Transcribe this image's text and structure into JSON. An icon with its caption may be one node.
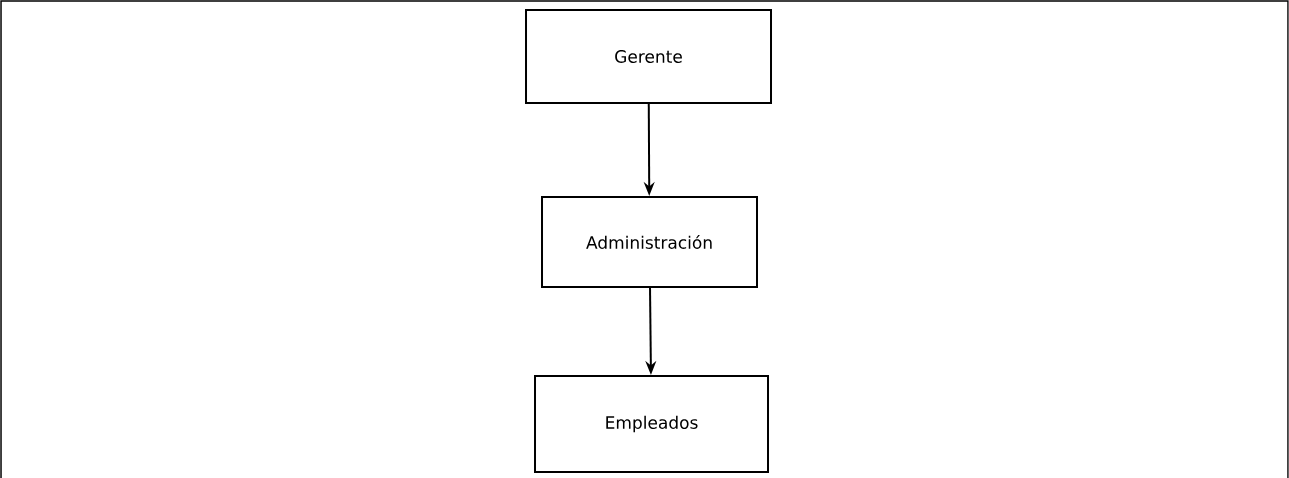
{
  "diagram": {
    "nodes": [
      {
        "text": [
          "Gerente"
        ]
      },
      {
        "text": [
          "Administración"
        ]
      },
      {
        "text": [
          "Empleados"
        ]
      }
    ],
    "edges": [
      {
        "from": 0,
        "to": 1,
        "arrow": "to"
      },
      {
        "from": 1,
        "to": 2,
        "arrow": "to"
      }
    ]
  }
}
